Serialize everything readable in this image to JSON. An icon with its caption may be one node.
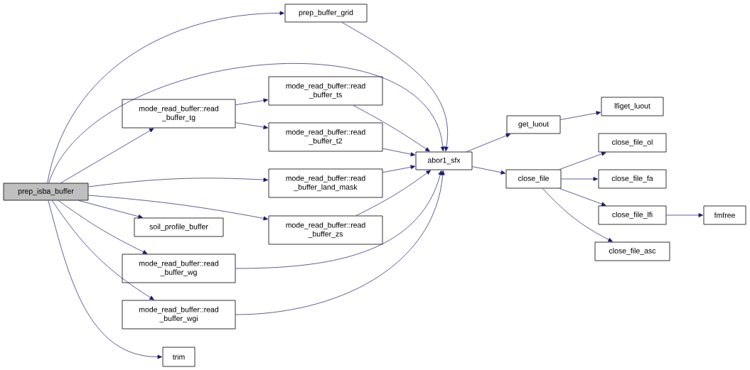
{
  "diagram": {
    "nodes": [
      {
        "text": [
          "prep_isba_buffer"
        ]
      },
      {
        "text": [
          "prep_buffer_grid"
        ]
      },
      {
        "text": [
          "mode_read_buffer::read _buffer_tg"
        ]
      },
      {
        "text": [
          "mode_read_buffer::read _buffer_ts"
        ]
      },
      {
        "text": [
          "mode_read_buffer::read _buffer_t2"
        ]
      },
      {
        "text": [
          "mode_read_buffer::read _buffer_land_mask"
        ]
      },
      {
        "text": [
          "soil_profile_buffer"
        ]
      },
      {
        "text": [
          "mode_read_buffer::read _buffer_zs"
        ]
      },
      {
        "text": [
          "mode_read_buffer::read _buffer_wg"
        ]
      },
      {
        "text": [
          "mode_read_buffer::read _buffer_wgi"
        ]
      },
      {
        "text": [
          "trim"
        ]
      },
      {
        "text": [
          "abor1_sfx"
        ]
      },
      {
        "text": [
          "get_luout"
        ]
      },
      {
        "text": [
          "lfiget_luout"
        ]
      },
      {
        "text": [
          "close_file"
        ]
      },
      {
        "text": [
          "close_file_ol"
        ]
      },
      {
        "text": [
          "close_file_fa"
        ]
      },
      {
        "text": [
          "close_file_lfi"
        ]
      },
      {
        "text": [
          "fmfree"
        ]
      },
      {
        "text": [
          "close_file_asc"
        ]
      }
    ],
    "edges": [
      {
        "from": 0,
        "to": 1,
        "arrow": "to"
      },
      {
        "from": 0,
        "to": 11,
        "arrow": "to"
      },
      {
        "from": 0,
        "to": 2,
        "arrow": "to"
      },
      {
        "from": 0,
        "to": 5,
        "arrow": "to"
      },
      {
        "from": 0,
        "to": 7,
        "arrow": "to"
      },
      {
        "from": 0,
        "to": 6,
        "arrow": "to"
      },
      {
        "from": 0,
        "to": 8,
        "arrow": "to"
      },
      {
        "from": 0,
        "to": 9,
        "arrow": "to"
      },
      {
        "from": 0,
        "to": 10,
        "arrow": "to"
      },
      {
        "from": 2,
        "to": 3,
        "arrow": "to"
      },
      {
        "from": 2,
        "to": 4,
        "arrow": "to"
      },
      {
        "from": 1,
        "to": 11,
        "arrow": "to"
      },
      {
        "from": 3,
        "to": 11,
        "arrow": "to"
      },
      {
        "from": 4,
        "to": 11,
        "arrow": "to"
      },
      {
        "from": 5,
        "to": 11,
        "arrow": "to"
      },
      {
        "from": 7,
        "to": 11,
        "arrow": "to"
      },
      {
        "from": 8,
        "to": 11,
        "arrow": "to"
      },
      {
        "from": 9,
        "to": 11,
        "arrow": "to"
      },
      {
        "from": 11,
        "to": 12,
        "arrow": "to"
      },
      {
        "from": 11,
        "to": 14,
        "arrow": "to"
      },
      {
        "from": 12,
        "to": 13,
        "arrow": "to"
      },
      {
        "from": 14,
        "to": 15,
        "arrow": "to"
      },
      {
        "from": 14,
        "to": 16,
        "arrow": "to"
      },
      {
        "from": 14,
        "to": 17,
        "arrow": "to"
      },
      {
        "from": 14,
        "to": 19,
        "arrow": "to"
      },
      {
        "from": 17,
        "to": 18,
        "arrow": "to"
      }
    ]
  }
}
